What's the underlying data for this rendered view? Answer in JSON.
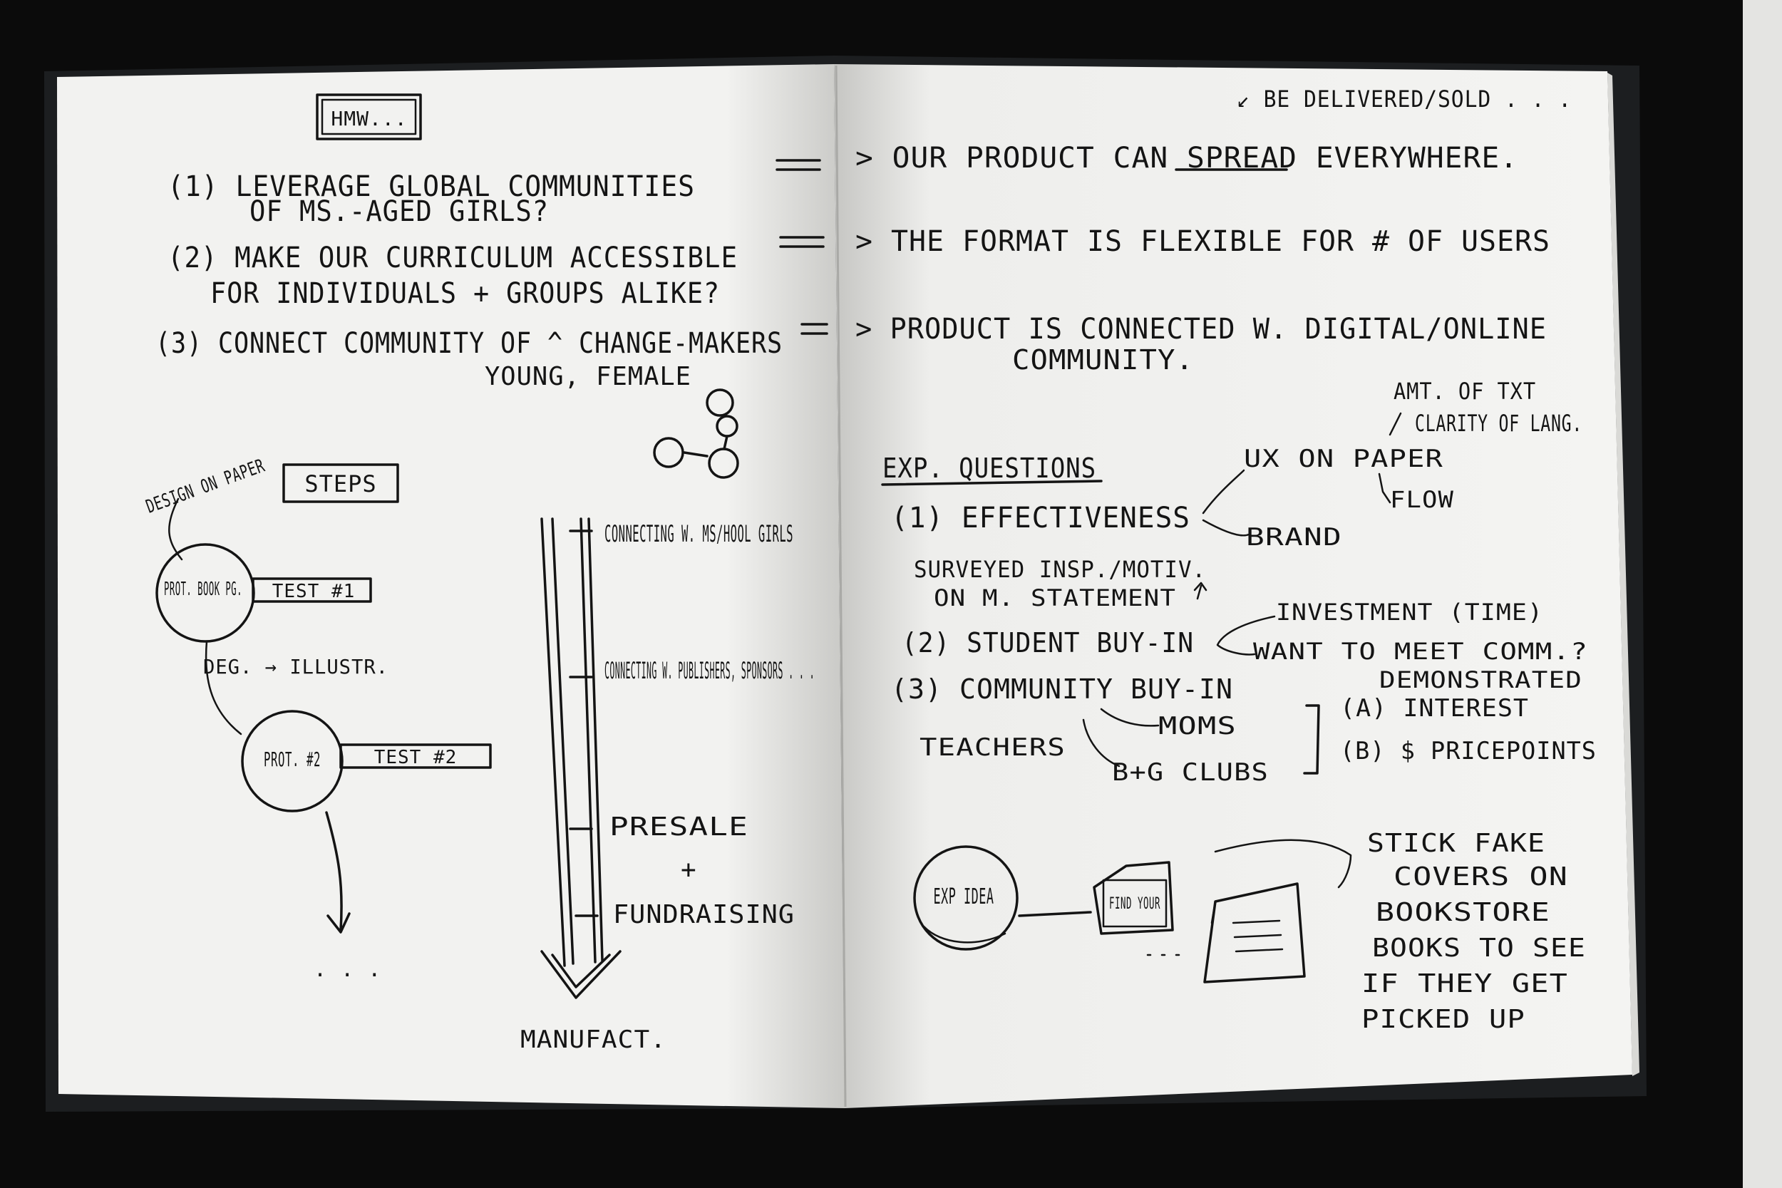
{
  "left_page": {
    "hmw_label": "HMW...",
    "q1_line1": "(1) LEVERAGE GLOBAL COMMUNITIES",
    "q1_line2": "OF MS.-AGED GIRLS?",
    "q2_line1": "(2) MAKE OUR CURRICULUM ACCESSIBLE",
    "q2_line2": "FOR INDIVIDUALS + GROUPS ALIKE?",
    "q3_line1": "(3) CONNECT COMMUNITY OF ^ CHANGE-MAKERS",
    "q3_insert": "YOUNG, FEMALE",
    "design_on_paper": "DESIGN ON PAPER",
    "steps_label": "STEPS",
    "prot1_label": "PROT. BOOK PG.",
    "test1_label": "TEST #1",
    "deg_illustr": "DEG. → ILLUSTR.",
    "prot2_label": "PROT. #2",
    "test2_label": "TEST #2",
    "ellipsis": ". . .",
    "timeline": [
      "CONNECTING W. MS/HOOL GIRLS",
      "CONNECTING W. PUBLISHERS, SPONSORS . . .",
      "PRESALE",
      "+",
      "FUNDRAISING"
    ],
    "manufact": "MANUFACT."
  },
  "right_page": {
    "delivered_note": "↙ BE DELIVERED/SOLD . . .",
    "a1": "> OUR PRODUCT CAN SPREAD EVERYWHERE.",
    "a2": "> THE FORMAT IS FLEXIBLE FOR # OF USERS",
    "a3_line1": "> PRODUCT IS CONNECTED W. DIGITAL/ONLINE",
    "a3_line2": "COMMUNITY.",
    "exp_questions": "EXP. QUESTIONS",
    "amt_of_txt": "AMT. OF TXT",
    "clarity": "CLARITY OF LANG.",
    "ux_on_paper": "UX ON PAPER",
    "flow": "FLOW",
    "effectiveness": "(1) EFFECTIVENESS",
    "brand": "BRAND",
    "surveyed_line1": "SURVEYED INSP./MOTIV.",
    "surveyed_line2": "ON M. STATEMENT",
    "student_buyin": "(2) STUDENT BUY-IN",
    "investment": "INVESTMENT (TIME)",
    "want_to_meet": "WANT TO MEET COMM.?",
    "community_buyin": "(3) COMMUNITY BUY-IN",
    "teachers": "TEACHERS",
    "moms": "MOMS",
    "bg_clubs": "B+G CLUBS",
    "demonstrated": "DEMONSTRATED",
    "interest": "(A) INTEREST",
    "pricepoints": "(B) $ PRICEPOINTS",
    "exp_idea": "EXP IDEA",
    "find_your": "FIND YOUR",
    "stick_note": [
      "STICK FAKE",
      "COVERS ON",
      "BOOKSTORE",
      "BOOKS TO SEE",
      "IF THEY GET",
      "PICKED UP"
    ]
  }
}
